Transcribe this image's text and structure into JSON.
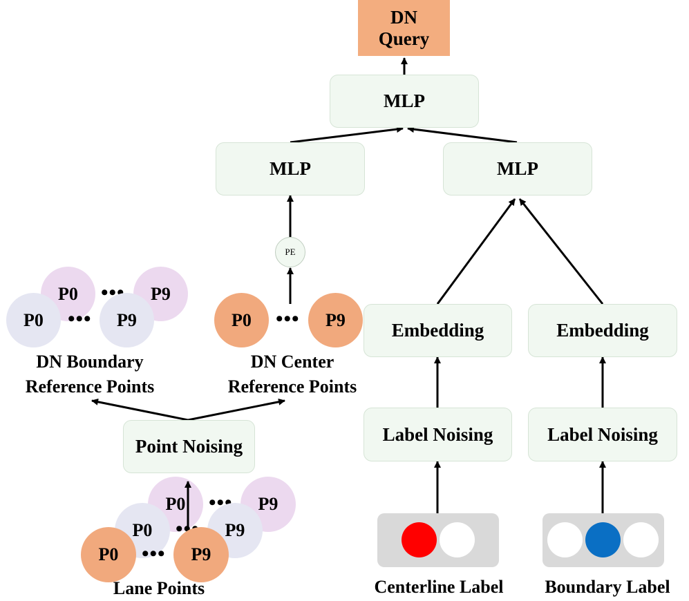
{
  "nodes": {
    "dn_query_line1": "DN",
    "dn_query_line2": "Query",
    "mlp_top": "MLP",
    "mlp_left": "MLP",
    "mlp_right": "MLP",
    "pe": "PE",
    "embedding_left": "Embedding",
    "embedding_right": "Embedding",
    "label_noising_left": "Label Noising",
    "label_noising_right": "Label Noising",
    "point_noising": "Point Noising"
  },
  "points": {
    "p0": "P0",
    "p9": "P9",
    "ellipsis": "•••"
  },
  "labels": {
    "dn_boundary_line1": "DN Boundary",
    "dn_boundary_line2": "Reference Points",
    "dn_center_line1": "DN Center",
    "dn_center_line2": "Reference Points",
    "lane_points": "Lane Points",
    "centerline_label": "Centerline Label",
    "boundary_label": "Boundary Label"
  },
  "colors": {
    "query": "#f3ad7f",
    "module_fill": "#f1f8f1",
    "point_pink": "#ecd9ef",
    "point_lavender": "#e5e6f2",
    "point_orange": "#f1a97d",
    "label_red": "#ff0000",
    "label_blue": "#0a6fc4"
  }
}
